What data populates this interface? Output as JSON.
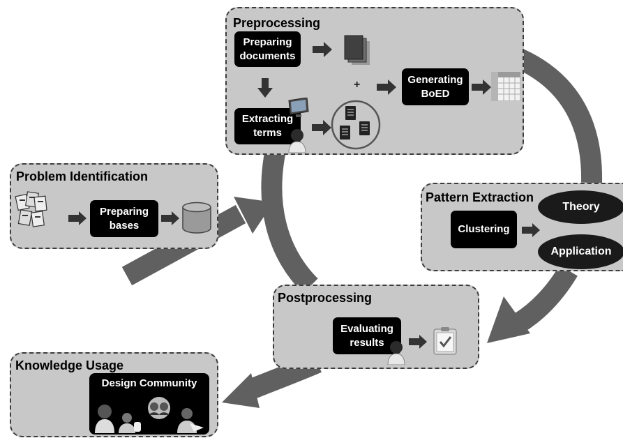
{
  "stages": {
    "preprocessing": {
      "title": "Preprocessing",
      "preparing_documents": [
        "Preparing",
        "documents"
      ],
      "extracting_terms": [
        "Extracting",
        "terms"
      ],
      "generating_boed": [
        "Generating",
        "BoED"
      ],
      "plus": "+"
    },
    "problem_identification": {
      "title": "Problem Identification",
      "preparing_bases": [
        "Preparing",
        "bases"
      ]
    },
    "pattern_extraction": {
      "title": "Pattern Extraction",
      "clustering": "Clustering",
      "theory": "Theory",
      "application": "Application"
    },
    "postprocessing": {
      "title": "Postprocessing",
      "evaluating_results": [
        "Evaluating",
        "results"
      ]
    },
    "knowledge_usage": {
      "title": "Knowledge Usage",
      "design_community": "Design Community"
    }
  },
  "colors": {
    "panel_fill": "#c8c8c8",
    "panel_border": "#3c3c3c",
    "box_fill": "#000000",
    "flow_arrow": "#606060",
    "small_arrow": "#333333"
  },
  "icons": [
    "document-stack-icon",
    "monitor-icon",
    "person-icon",
    "documents-circle-icon",
    "matrix-table-icon",
    "papers-icon",
    "database-cylinder-icon",
    "checklist-icon",
    "group-users-icon"
  ]
}
